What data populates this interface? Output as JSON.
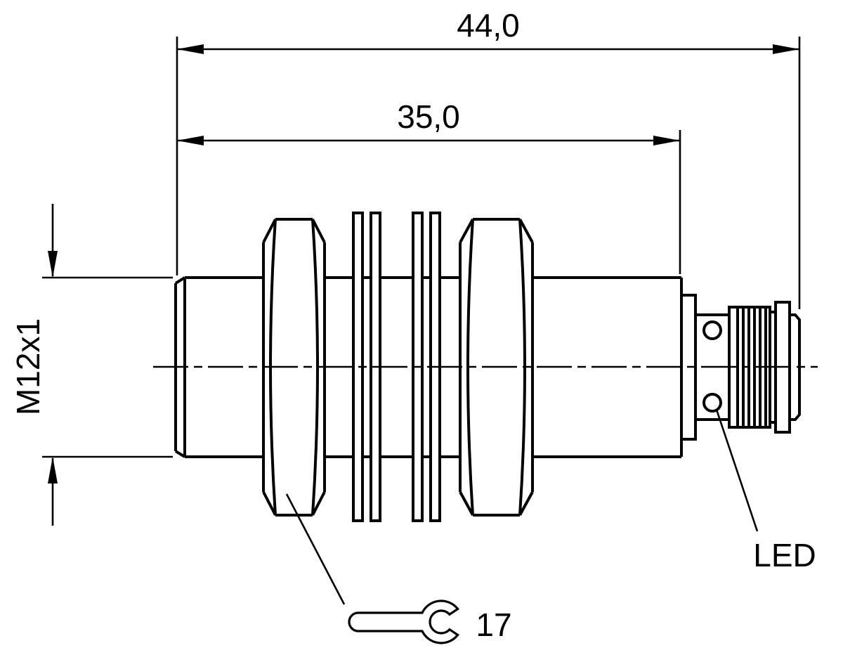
{
  "dimensions": {
    "overall_length": "44,0",
    "body_length": "35,0",
    "thread": "M12x1",
    "wrench_size": "17"
  },
  "labels": {
    "led": "LED"
  },
  "colors": {
    "line": "#000000",
    "background": "#ffffff"
  }
}
